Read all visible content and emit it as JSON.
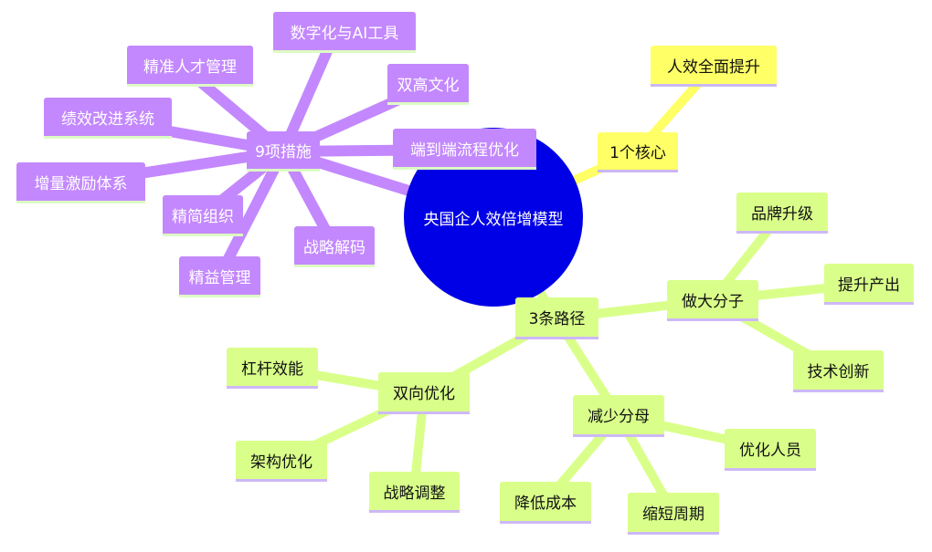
{
  "root": "央国企人效倍增模型",
  "measures": {
    "label": "9项措施",
    "items": [
      "数字化与AI工具",
      "精准人才管理",
      "双高文化",
      "绩效改进系统",
      "端到端流程优化",
      "增量激励体系",
      "精简组织",
      "战略解码",
      "精益管理"
    ]
  },
  "core": {
    "label": "1个核心",
    "items": [
      "人效全面提升"
    ]
  },
  "paths": {
    "label": "3条路径",
    "grow": {
      "label": "做大分子",
      "items": [
        "品牌升级",
        "提升产出",
        "技术创新"
      ]
    },
    "bidirectional": {
      "label": "双向优化",
      "items": [
        "杠杆效能",
        "架构优化",
        "战略调整"
      ]
    },
    "reduce": {
      "label": "减少分母",
      "items": [
        "优化人员",
        "降低成本",
        "缩短周期"
      ]
    }
  },
  "colors": {
    "measures": "#c388fd",
    "core": "#ffff66",
    "paths": "#d9ff8a",
    "root": "#0000e6"
  }
}
